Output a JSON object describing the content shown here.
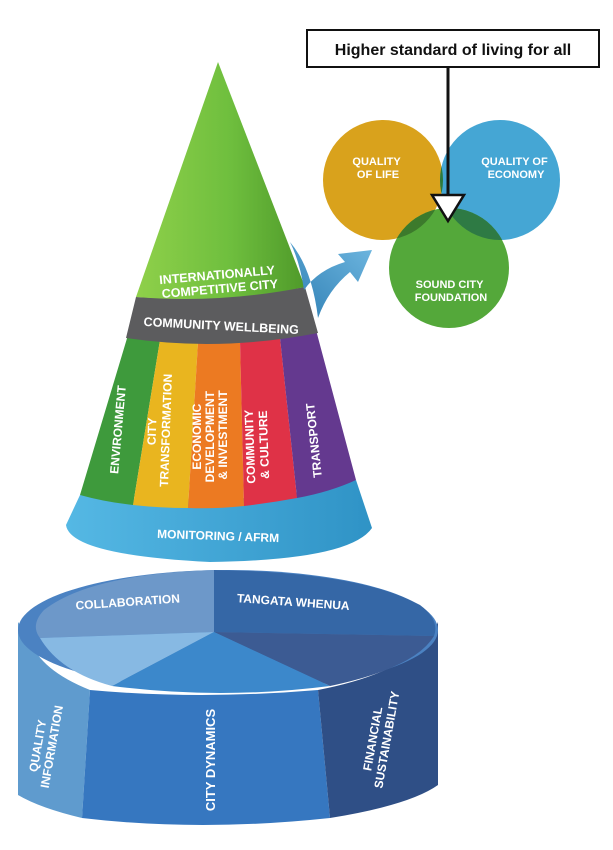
{
  "callout": {
    "text": "Higher standard of living for all"
  },
  "venn": {
    "quality_of_life": [
      "QUALITY",
      "OF LIFE"
    ],
    "quality_of_economy": [
      "QUALITY OF",
      "ECONOMY"
    ],
    "sound_city_foundation": [
      "SOUND CITY",
      "FOUNDATION"
    ],
    "colors": {
      "life": "#d9a21c",
      "economy": "#45a6d4",
      "foundation": "#54a83a",
      "centre": "#1f4a22"
    }
  },
  "cone": {
    "apex": [
      "INTERNATIONALLY",
      "COMPETITIVE CITY"
    ],
    "band": "COMMUNITY WELLBEING",
    "pillars": [
      {
        "lines": [
          "ENVIRONMENT"
        ],
        "color": "#3e9a3c"
      },
      {
        "lines": [
          "CITY",
          "TRANSFORMATION"
        ],
        "color": "#e9b51f"
      },
      {
        "lines": [
          "ECONOMIC",
          "DEVELOPMENT",
          "& INVESTMENT"
        ],
        "color": "#ec7a22"
      },
      {
        "lines": [
          "COMMUNITY",
          "& CULTURE"
        ],
        "color": "#df3247"
      },
      {
        "lines": [
          "TRANSPORT"
        ],
        "color": "#64398f"
      }
    ],
    "base": "MONITORING / AFRM",
    "colors": {
      "apex": "#6fbf3e",
      "band": "#5c5c5e",
      "base": "#3da5d6"
    }
  },
  "foundation": {
    "top_left": "COLLABORATION",
    "top_right": "TANGATA WHENUA",
    "front_left": [
      "QUALITY",
      "INFORMATION"
    ],
    "front_center": "CITY DYNAMICS",
    "front_right": [
      "FINANCIAL",
      "SUSTAINABILITY"
    ]
  }
}
